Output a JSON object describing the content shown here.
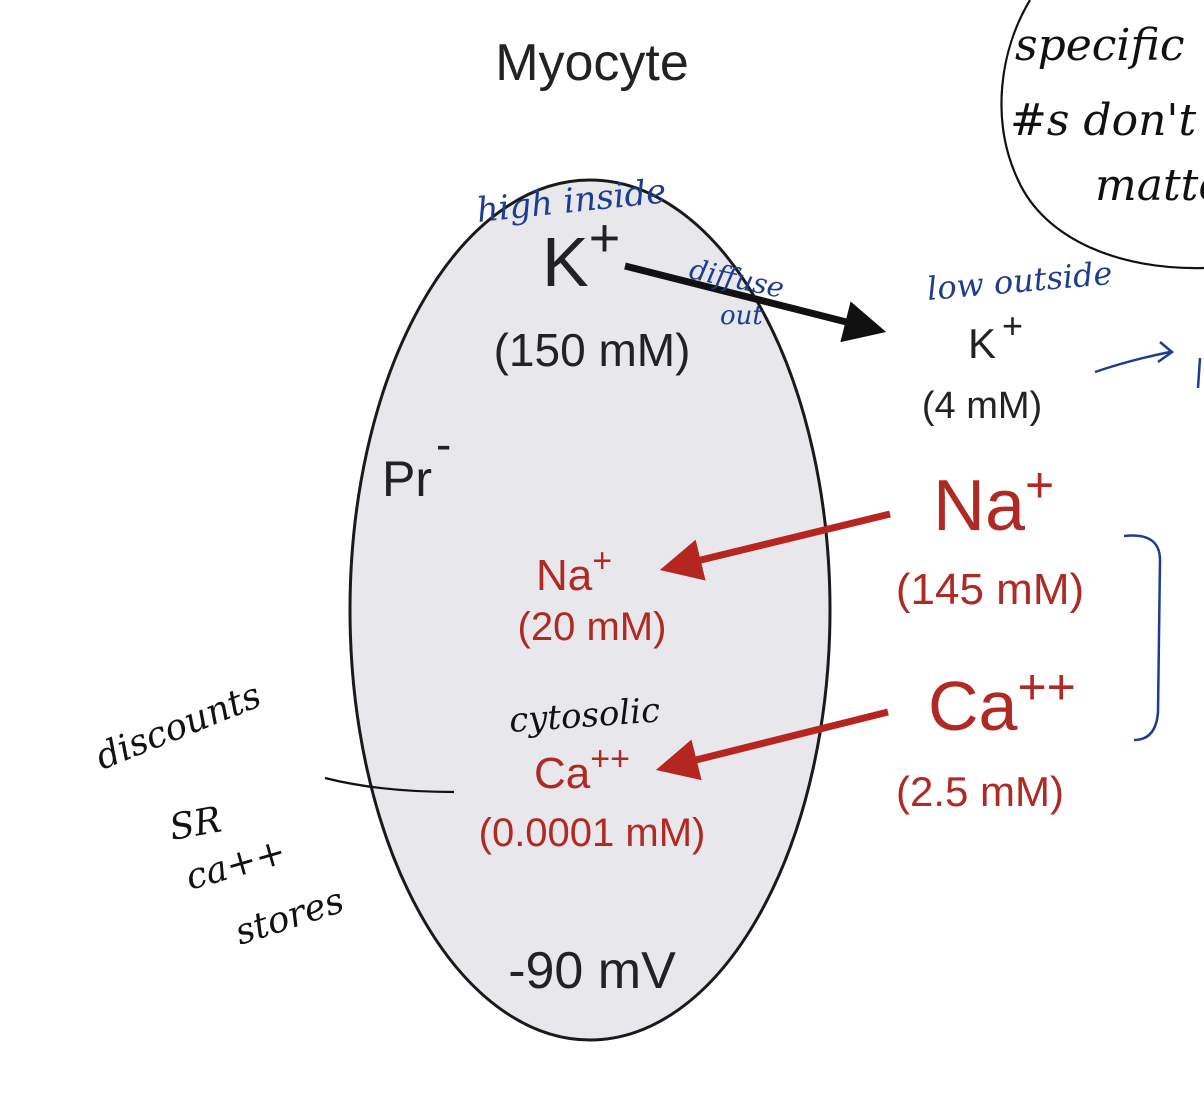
{
  "diagram": {
    "title": "Myocyte",
    "membrane_potential": "-90 mV",
    "inside": {
      "potassium": {
        "ion": "K",
        "charge": "+",
        "concentration": "(150 mM)"
      },
      "protein": {
        "ion": "Pr",
        "charge": "-"
      },
      "sodium": {
        "ion": "Na",
        "charge": "+",
        "concentration": "(20 mM)"
      },
      "calcium": {
        "ion": "Ca",
        "charge": "++",
        "concentration": "(0.0001 mM)"
      }
    },
    "outside": {
      "potassium": {
        "ion": "K",
        "charge": "+",
        "concentration": "(4 mM)"
      },
      "sodium": {
        "ion": "Na",
        "charge": "+",
        "concentration": "(145 mM)"
      },
      "calcium": {
        "ion": "Ca",
        "charge": "++",
        "concentration": "(2.5 mM)"
      }
    }
  },
  "annotations": {
    "high_inside": "high inside",
    "diffuse": "diffuse",
    "out": "out",
    "low_outside": "low outside",
    "cytosolic": "cytosolic",
    "side_note": [
      "discounts",
      "SR",
      "ca++",
      "stores"
    ],
    "bubble_note": [
      "specific",
      "#s don't",
      "matter"
    ]
  },
  "colors": {
    "membrane_fill": "#e8e8ec",
    "membrane_stroke": "#1a1a1a",
    "ion_red": "#b02a25",
    "arrow_red": "#b52620",
    "ink_blue": "#1f3d8f",
    "ink_black": "#111111",
    "text_dark": "#222222"
  }
}
